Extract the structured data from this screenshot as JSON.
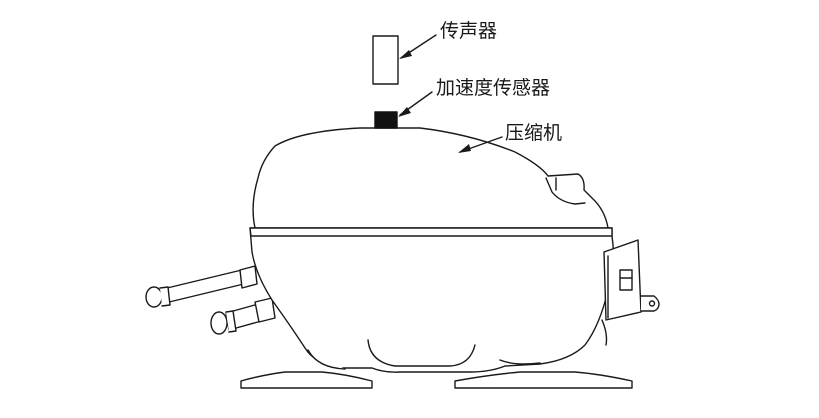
{
  "labels": {
    "microphone": "传声器",
    "accelerometer": "加速度传感器",
    "compressor": "压缩机"
  },
  "colors": {
    "line": "#1a1a1a",
    "fill": "#ffffff",
    "sensor": "#111111"
  }
}
